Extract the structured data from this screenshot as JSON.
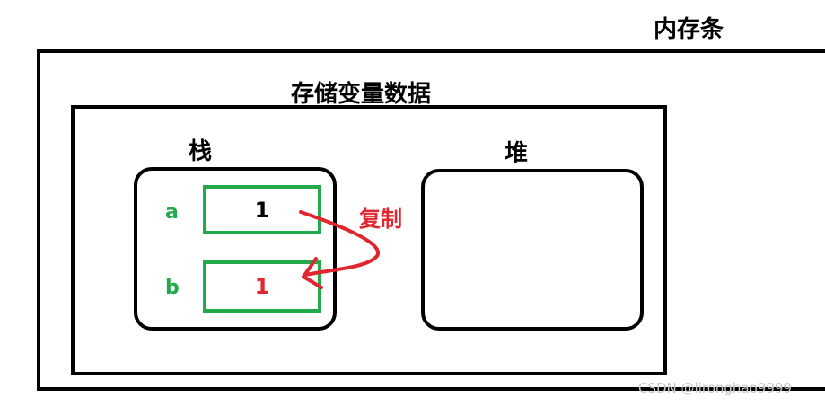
{
  "memory": {
    "title": "内存条"
  },
  "storage": {
    "title": "存储变量数据"
  },
  "stack": {
    "title": "栈",
    "vars": [
      {
        "name": "a",
        "value": "1"
      },
      {
        "name": "b",
        "value": "1"
      }
    ]
  },
  "heap": {
    "title": "堆"
  },
  "copy": {
    "label": "复制"
  },
  "colors": {
    "green": "#23ab4b",
    "red": "#e0262e",
    "black": "#000000"
  },
  "watermark": "CSDN @lironghao9999"
}
